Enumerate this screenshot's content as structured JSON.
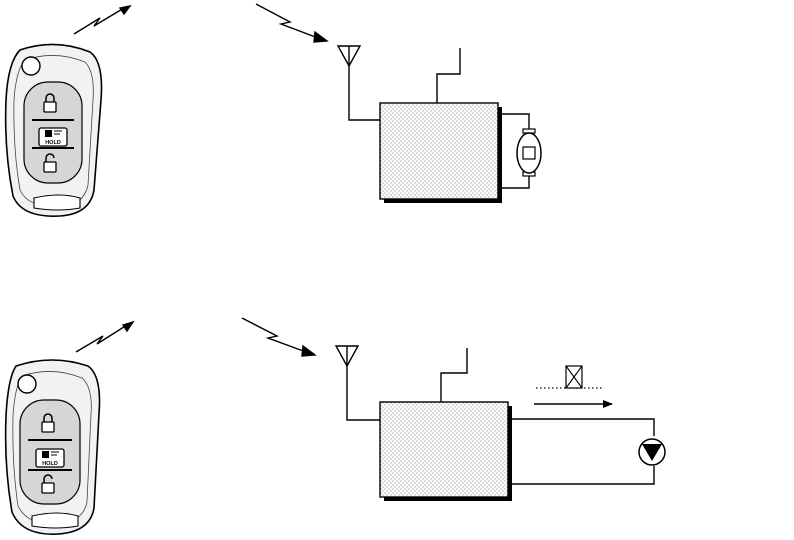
{
  "colors": {
    "stroke": "#000000",
    "key_body": "#f2f2f2",
    "key_panel": "#d6d6d6",
    "box_fill": "#ffffff",
    "stipple": "#555555"
  },
  "icons": {
    "lock": "padlock-closed-icon",
    "unlock": "padlock-open-icon",
    "panic": "panic-alarm-icon",
    "antenna": "antenna-icon",
    "motor": "dc-motor-symbol",
    "flow": "flow-arrow-icon"
  },
  "key": {
    "hold_label": "HOLD"
  },
  "scenes": [
    {
      "id": "motor-scene",
      "actuator": "motor"
    },
    {
      "id": "valve-scene",
      "actuator": "valve"
    }
  ]
}
